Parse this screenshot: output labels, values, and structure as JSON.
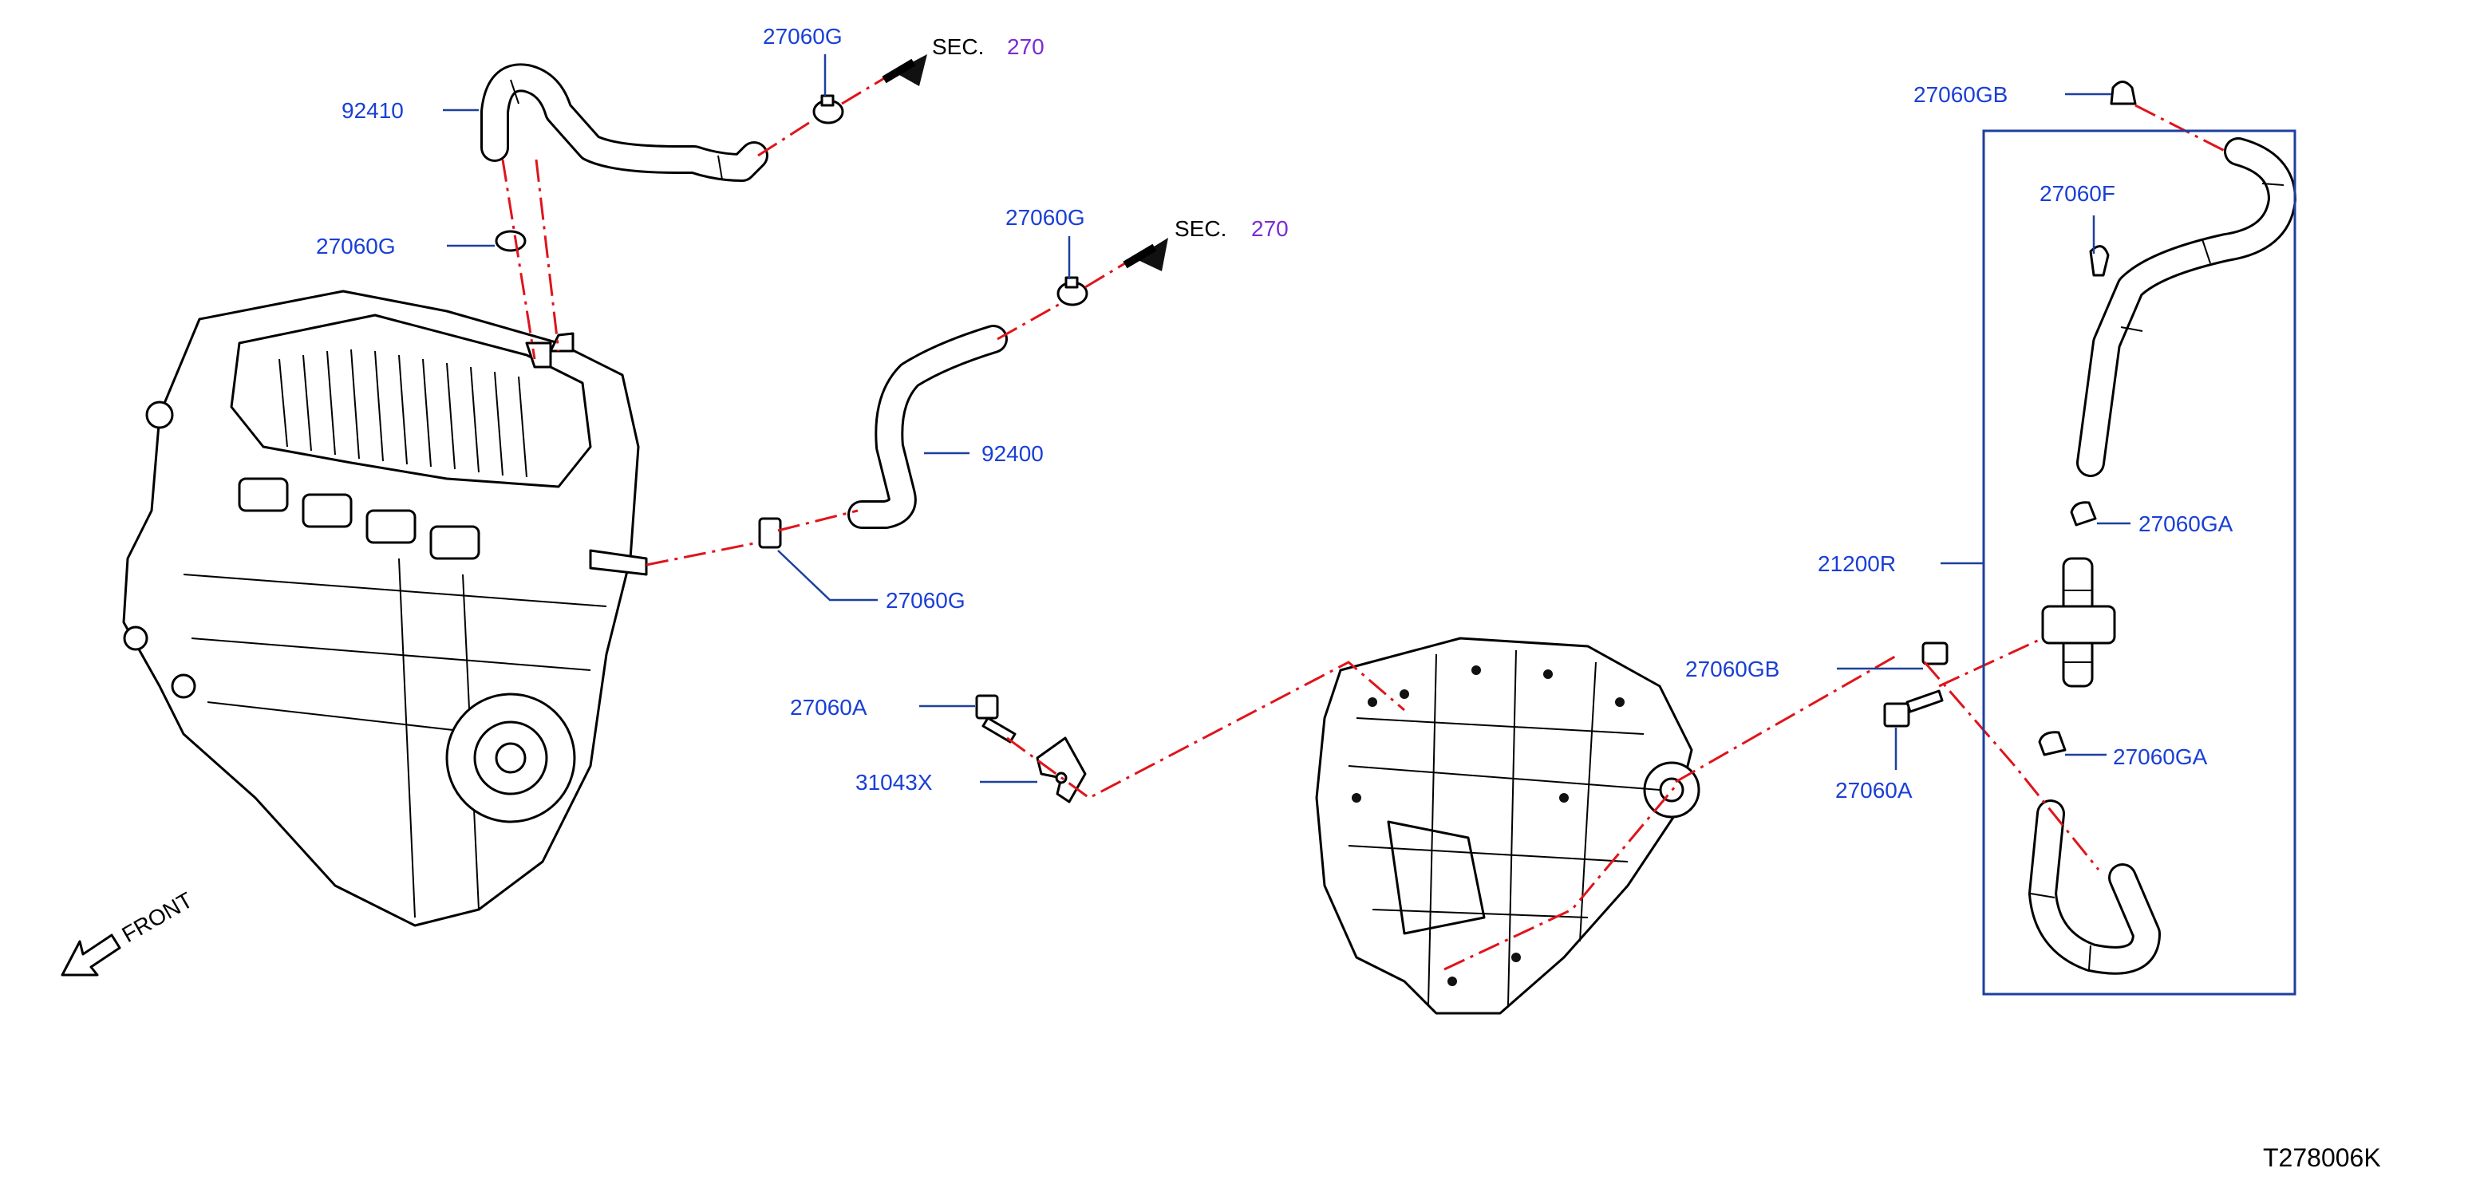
{
  "diagram": {
    "callouts": {
      "c92410": "92410",
      "c27060G_top": "27060G",
      "c27060G_left": "27060G",
      "c27060G_mid": "27060G",
      "c92400": "92400",
      "c27060G_low": "27060G",
      "c27060A_left": "27060A",
      "c31043X": "31043X",
      "c27060GB_top": "27060GB",
      "c27060F": "27060F",
      "c27060GA_upper": "27060GA",
      "c21200R": "21200R",
      "c27060GB_mid": "27060GB",
      "c27060A_right": "27060A",
      "c27060GA_lower": "27060GA"
    },
    "sec_refs": [
      {
        "label": "SEC.",
        "number": "270"
      },
      {
        "label": "SEC.",
        "number": "270"
      }
    ],
    "front_label": "FRONT",
    "drawing_ref": "T278006K",
    "colors": {
      "callout_text": "#1a3fd6",
      "leader_line": "#1d3f9e",
      "dash_line": "#e0141b",
      "sec_number": "#7a2bd6",
      "frame": "#1d3f9e"
    },
    "icons": [
      "engine-assembly",
      "transaxle-assembly",
      "hose",
      "hose-clamp",
      "bolt",
      "bracket",
      "oil-cooler-connector",
      "front-arrow-icon",
      "arrow-icon"
    ]
  }
}
